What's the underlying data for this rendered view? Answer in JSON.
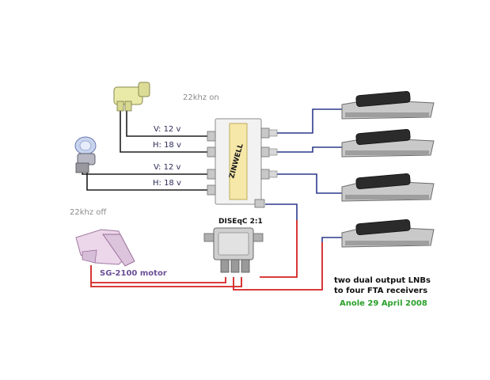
{
  "labels": {
    "khz_on": "22khz on",
    "khz_off": "22khz off",
    "lnb1_v": "V: 12 v",
    "lnb1_h": "H: 18 v",
    "lnb2_v": "V: 12 v",
    "lnb2_h": "H: 18 v",
    "diseqc": "DISEqC 2:1",
    "motor": "SG-2100 motor",
    "caption_line1": "two dual output LNBs",
    "caption_line2": "to four FTA receivers",
    "credit": "Anole 29 April 2008",
    "multiswitch_brand": "ZINWELL"
  },
  "colors": {
    "coax_lnb": "#1e1e1e",
    "coax_receiver": "#2d3a8c",
    "coax_motor": "#d42020",
    "label_gray": "#8a8a8a",
    "motor_label": "#6a4f96",
    "credit_green": "#2aa02a"
  },
  "icons": {
    "lnb_top": "yellow-twin-lnb-icon",
    "lnb_mid": "blue-twin-lnb-icon",
    "motor": "sg2100-motor-icon",
    "multiswitch": "multiswitch-icon",
    "diseqc_switch": "diseqc-switch-icon",
    "receiver": "satellite-receiver-icon"
  }
}
